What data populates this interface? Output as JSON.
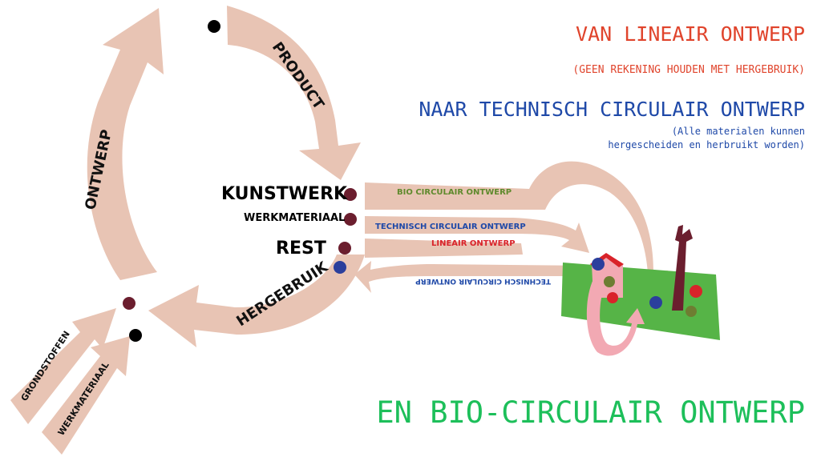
{
  "titles": {
    "linear": "VAN LINEAIR ONTWERP",
    "linear_sub": "(GEEN REKENING HOUDEN MET HERGEBRUIK)",
    "technical": "NAAR TECHNISCH CIRCULAIR ONTWERP",
    "technical_sub_line1": "(Alle materialen kunnen",
    "technical_sub_line2": "hergescheiden en herbruikt worden)",
    "bio": "EN BIO-CIRCULAIR ONTWERP"
  },
  "cycle_labels": {
    "product": "PRODUCT",
    "ontwerp": "ONTWERP",
    "hergebruik": "HERGEBRUIK",
    "grondstoffen": "GRONDSTOFFEN",
    "werkmateriaal_input": "WERKMATERIAAL"
  },
  "center_labels": {
    "kunstwerk": "KUNSTWERK",
    "werkmateriaal": "WERKMATERIAAL",
    "rest": "REST"
  },
  "flow_labels": {
    "bio": "BIO CIRCULAIR ONTWERP",
    "technical": "TECHNISCH CIRCULAIR ONTWERP",
    "linear": "LINEAIR ONTWERP",
    "technical_return": "TECHNISCH CIRCULAIR ONTWERP"
  },
  "colors": {
    "arrow": "#e8c4b4",
    "dot_dark": "#6b1e2e",
    "dot_blue": "#2b3f9c",
    "dot_red": "#d9232a",
    "dot_olive": "#6e7d32",
    "ground": "#56b447",
    "pink": "#f2a9b3",
    "linear": "#e0442c",
    "technical": "#1f49a8",
    "bio_flow": "#5f8a2d",
    "bio_title": "#1dbf5a"
  }
}
